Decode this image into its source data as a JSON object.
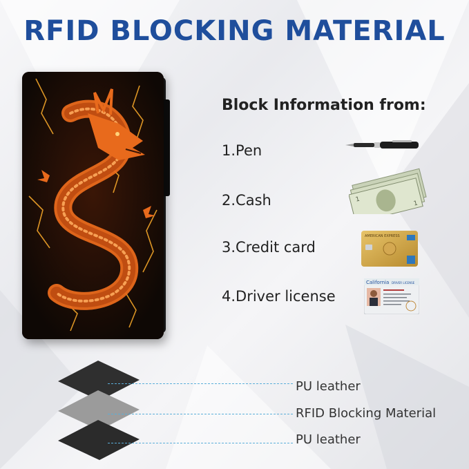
{
  "title": "RFID BLOCKING MATERIAL",
  "block_heading": "Block Information from:",
  "items": [
    {
      "label": "1.Pen",
      "icon": "pen-icon"
    },
    {
      "label": "2.Cash",
      "icon": "cash-icon"
    },
    {
      "label": "3.Credit card",
      "icon": "credit-card-icon"
    },
    {
      "label": "4.Driver license",
      "icon": "driver-license-icon"
    }
  ],
  "layers": [
    {
      "label": "PU leather"
    },
    {
      "label": "RFID Blocking Material"
    },
    {
      "label": "PU leather"
    }
  ],
  "card_text": {
    "credit_card_issuer": "AMERICAN EXPRESS",
    "license_state": "California",
    "license_type": "DRIVER LICENSE"
  },
  "colors": {
    "title": "#1f4e9c",
    "leader_line": "#5aaed9",
    "dragon": "#e86a1c",
    "lightning": "#ffae2b"
  }
}
